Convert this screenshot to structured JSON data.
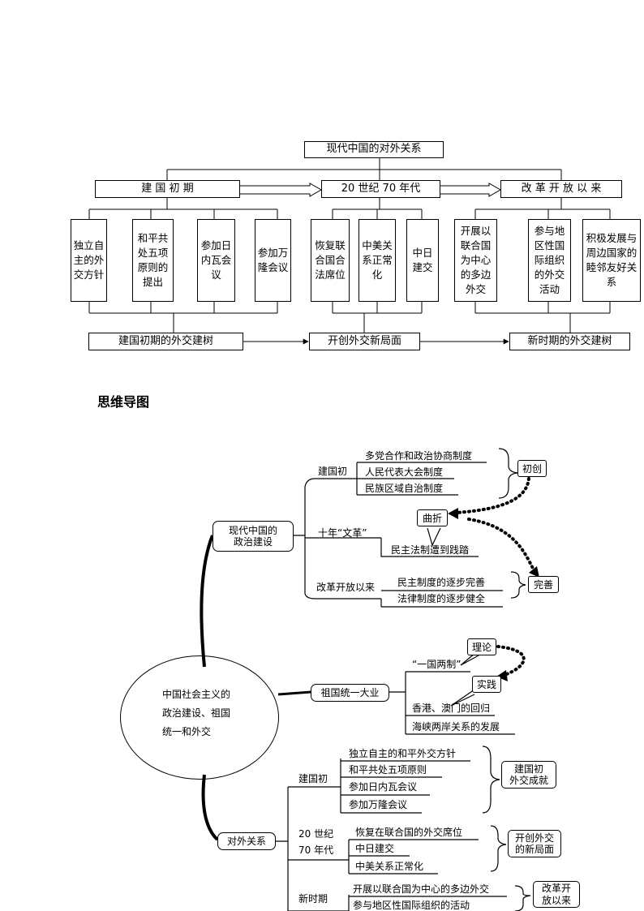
{
  "flow": {
    "title": "现代中国的对外关系",
    "periods": [
      "建 国 初 期",
      "20 世纪 70 年代",
      "改 革 开 放 以 来"
    ],
    "early_items": [
      "独立自主的外交方针",
      "和平共处五项原则的提出",
      "参加日内瓦会议",
      "参加万隆会议"
    ],
    "seventies_items": [
      "恢复联合国合法席位",
      "中美关系正常化",
      "中日建交"
    ],
    "reform_items": [
      "开展以联合国为中心的多边外交",
      "参与地区性国际组织的外交活动",
      "积极发展与周边国家的睦邻友好关系"
    ],
    "results": [
      "建国初期的外交建树",
      "开创外交新局面",
      "新时期的外交建树"
    ]
  },
  "mindmap": {
    "heading": "思维导图",
    "center": [
      "中国社会主义的",
      "政治建设、祖国",
      "统一和外交"
    ],
    "political": {
      "label": [
        "现代中国的",
        "政治建设"
      ],
      "early": "建国初",
      "early_items": [
        "多党合作和政治协商制度",
        "人民代表大会制度",
        "民族区域自治制度"
      ],
      "founded": "初创",
      "decade": "十年“文革”",
      "decade_item": "民主法制遭到践踏",
      "twist": "曲折",
      "reform": "改革开放以来",
      "reform_items": [
        "民主制度的逐步完善",
        "法律制度的逐步健全"
      ],
      "perfected": "完善"
    },
    "unification": {
      "label": "祖国统一大业",
      "policy": "“一国两制”",
      "theory": "理论",
      "practice": "实践",
      "items": [
        "香港、澳门的回归",
        "海峡两岸关系的发展"
      ]
    },
    "foreign": {
      "label": "对外关系",
      "early": "建国初",
      "early_items": [
        "独立自主的和平外交方针",
        "和平共处五项原则",
        "参加日内瓦会议",
        "参加万隆会议"
      ],
      "early_result": [
        "建国初",
        "外交成就"
      ],
      "seventies": [
        "20 世纪",
        "70 年代"
      ],
      "seventies_items": [
        "恢复在联合国的外交席位",
        "中日建交",
        "中美关系正常化"
      ],
      "seventies_result": [
        "开创外交",
        "的新局面"
      ],
      "new_era": "新时期",
      "new_items": [
        "开展以联合国为中心的多边外交",
        "参与地区性国际组织的活动"
      ],
      "new_result": [
        "改革开",
        "放以来"
      ]
    }
  }
}
